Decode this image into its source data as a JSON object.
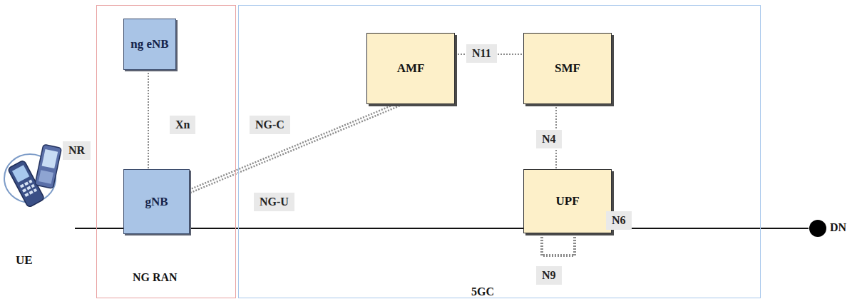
{
  "diagram": {
    "nodes": [
      {
        "text": [
          "UE"
        ]
      },
      {
        "text": [
          "NG RAN"
        ]
      },
      {
        "text": [
          "ng eNB"
        ],
        "in": 1
      },
      {
        "text": [
          "gNB"
        ],
        "in": 1
      },
      {
        "text": [
          "5GC"
        ]
      },
      {
        "text": [
          "AMF"
        ],
        "in": 4
      },
      {
        "text": [
          "SMF"
        ],
        "in": 4
      },
      {
        "text": [
          "UPF"
        ],
        "in": 4
      },
      {
        "text": [
          "DN"
        ]
      }
    ],
    "edges": [
      {
        "from": 0,
        "to": 3,
        "label": "NR",
        "arrow": "none"
      },
      {
        "from": 2,
        "to": 3,
        "label": "Xn",
        "arrow": "none"
      },
      {
        "from": 3,
        "to": 5,
        "label": "NG-C",
        "arrow": "none"
      },
      {
        "from": 3,
        "to": 7,
        "label": "NG-U",
        "arrow": "none"
      },
      {
        "from": 5,
        "to": 6,
        "label": "N11",
        "arrow": "none"
      },
      {
        "from": 6,
        "to": 7,
        "label": "N4",
        "arrow": "none"
      },
      {
        "from": 7,
        "to": 8,
        "label": "N6",
        "arrow": "none"
      }
    ],
    "labels": [
      "N9"
    ]
  }
}
